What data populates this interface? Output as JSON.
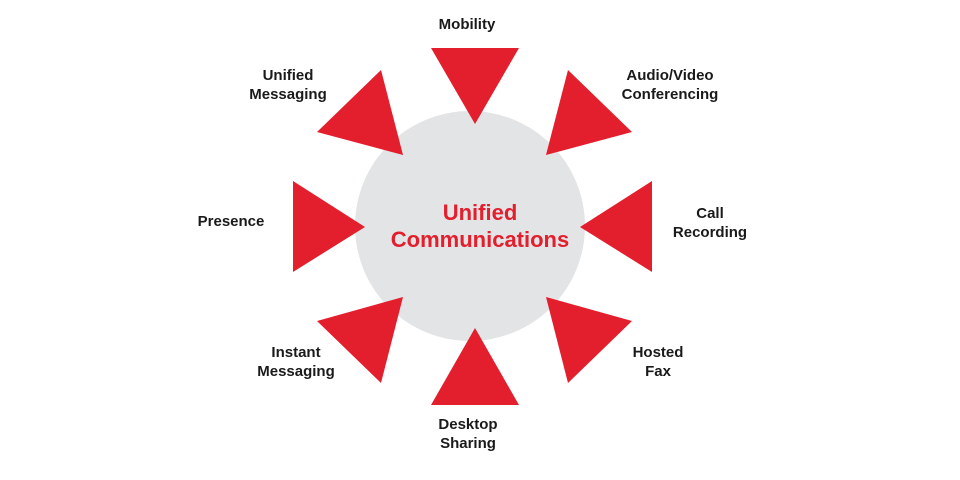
{
  "colors": {
    "arrow": "#e31e2d",
    "hub": "#e3e4e5",
    "label_text": "#1a1a1a",
    "center_text": "#e31e2d"
  },
  "center": {
    "line1": "Unified",
    "line2": "Communications"
  },
  "features": [
    {
      "name": "mobility",
      "lines": [
        "Mobility"
      ]
    },
    {
      "name": "audio-video-conferencing",
      "lines": [
        "Audio/Video",
        "Conferencing"
      ]
    },
    {
      "name": "call-recording",
      "lines": [
        "Call",
        "Recording"
      ]
    },
    {
      "name": "hosted-fax",
      "lines": [
        "Hosted",
        "Fax"
      ]
    },
    {
      "name": "desktop-sharing",
      "lines": [
        "Desktop",
        "Sharing"
      ]
    },
    {
      "name": "instant-messaging",
      "lines": [
        "Instant",
        "Messaging"
      ]
    },
    {
      "name": "presence",
      "lines": [
        "Presence"
      ]
    },
    {
      "name": "unified-messaging",
      "lines": [
        "Unified",
        "Messaging"
      ]
    }
  ]
}
